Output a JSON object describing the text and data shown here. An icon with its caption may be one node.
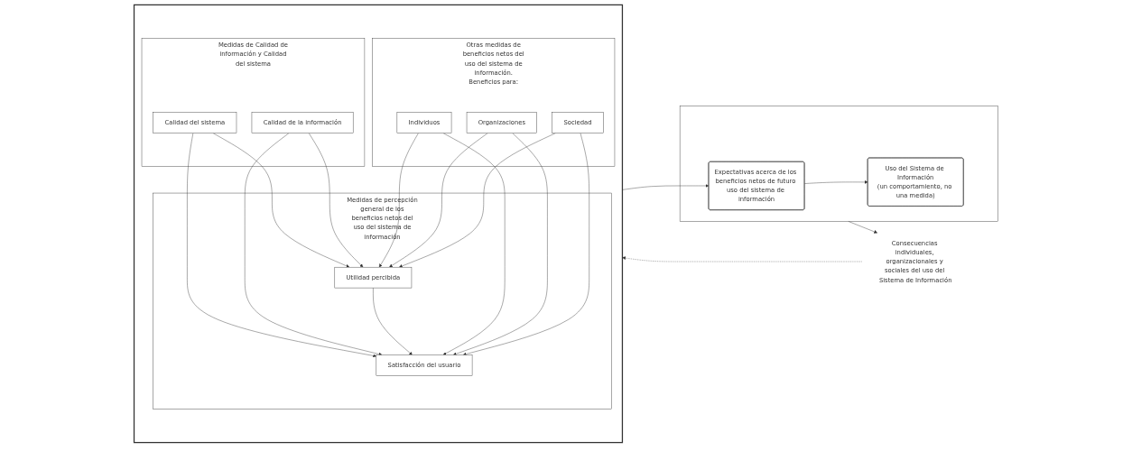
{
  "diagram": {
    "nodes": [
      {
        "text": [],
        "shape": "box"
      },
      {
        "text": [
          "Expectativas acerca de los beneficios netos de futuro uso del sistema de información"
        ],
        "in": 0
      },
      {
        "text": [
          "Uso del Sistema de Información",
          "(un comportamiento, no una medida)"
        ],
        "in": 0
      },
      {
        "text": [
          "Consecuencias individuales, organizacionales y sociales del uso del Sistema de Información"
        ]
      },
      {
        "text": [],
        "shape": "box"
      },
      {
        "text": [
          "Medidas de Calidad de información y Calidad del sistema"
        ],
        "in": 4
      },
      {
        "text": [
          "Calidad del sistema"
        ],
        "in": 5
      },
      {
        "text": [
          "Calidad de la información"
        ],
        "in": 5
      },
      {
        "text": [
          "Medidas de percepción general de los beneficios netos del uso del sistema de información"
        ],
        "in": 4
      },
      {
        "text": [
          "Utilidad percibida"
        ],
        "in": 8
      },
      {
        "text": [
          "Satisfacción del usuario"
        ],
        "in": 8
      },
      {
        "text": [
          "Otras medidas de beneficios netos del uso del sistema de información.",
          "Beneficios para:"
        ],
        "in": 4
      },
      {
        "text": [
          "Individuos"
        ],
        "in": 11
      },
      {
        "text": [
          "Organizaciones"
        ],
        "in": 11
      },
      {
        "text": [
          "Sociedad"
        ],
        "in": 11
      }
    ],
    "edges": [
      {
        "from": 1,
        "to": 2,
        "arrow": "to"
      },
      {
        "from": 0,
        "to": 3,
        "arrow": "to"
      },
      {
        "from": 3,
        "to": 4,
        "arrow": "to",
        "style": "dashed"
      },
      {
        "from": 4,
        "to": 1,
        "arrow": "to"
      },
      {
        "from": 6,
        "to": 9,
        "arrow": "to"
      },
      {
        "from": 6,
        "to": 10,
        "arrow": "to"
      },
      {
        "from": 7,
        "to": 9,
        "arrow": "to"
      },
      {
        "from": 7,
        "to": 10,
        "arrow": "to"
      },
      {
        "from": 9,
        "to": 10,
        "arrow": "to"
      },
      {
        "from": 12,
        "to": 9,
        "arrow": "to"
      },
      {
        "from": 12,
        "to": 10,
        "arrow": "to"
      },
      {
        "from": 13,
        "to": 9,
        "arrow": "to"
      },
      {
        "from": 13,
        "to": 10,
        "arrow": "to"
      },
      {
        "from": 14,
        "to": 9,
        "arrow": "to"
      },
      {
        "from": 14,
        "to": 10,
        "arrow": "to"
      }
    ]
  }
}
